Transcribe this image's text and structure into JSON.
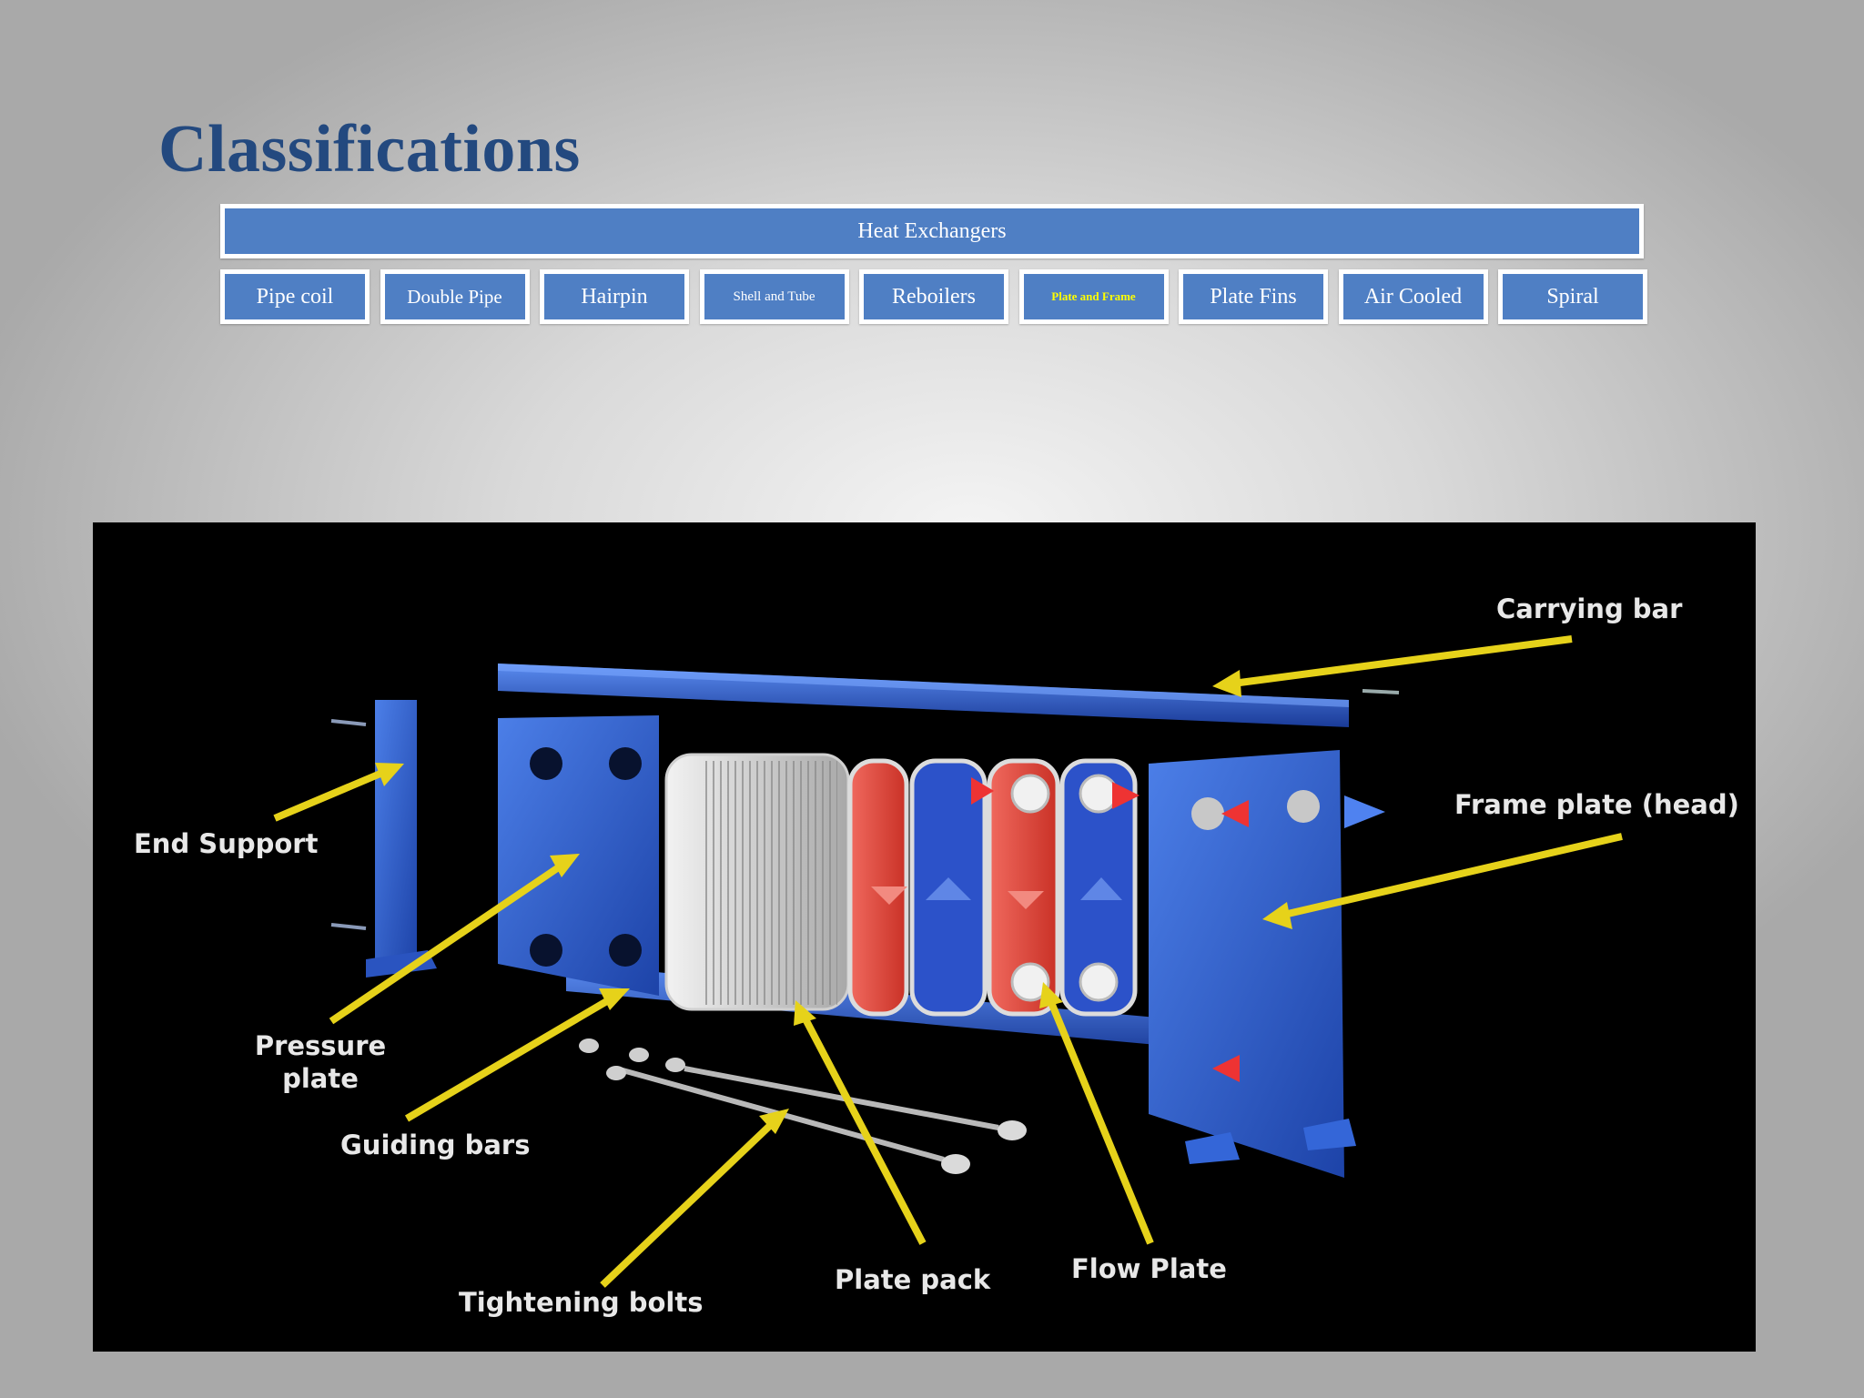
{
  "slide": {
    "title": "Classifications"
  },
  "hierarchy": {
    "root": "Heat Exchangers",
    "children": [
      {
        "label": "Pipe coil",
        "highlight": false
      },
      {
        "label": "Double Pipe",
        "highlight": false
      },
      {
        "label": "Hairpin",
        "highlight": false
      },
      {
        "label": "Shell and Tube",
        "highlight": false
      },
      {
        "label": "Reboilers",
        "highlight": false
      },
      {
        "label": "Plate and Frame",
        "highlight": true
      },
      {
        "label": "Plate Fins",
        "highlight": false
      },
      {
        "label": "Air Cooled",
        "highlight": false
      },
      {
        "label": "Spiral",
        "highlight": false
      }
    ]
  },
  "diagram": {
    "labels": {
      "carrying_bar": "Carrying bar",
      "frame_plate": "Frame plate (head)",
      "end_support": "End Support",
      "pressure_plate_1": "Pressure",
      "pressure_plate_2": "plate",
      "guiding_bars": "Guiding bars",
      "tightening_bolts": "Tightening bolts",
      "plate_pack": "Plate pack",
      "flow_plate": "Flow Plate"
    }
  },
  "colors": {
    "title": "#23497f",
    "box_fill": "#4f7fc4",
    "box_border": "#ffffff",
    "highlight_text": "#ffff00",
    "arrow": "#e6d21a",
    "frame_blue": "#2f5fd0",
    "hot_plate": "#e0473c"
  }
}
